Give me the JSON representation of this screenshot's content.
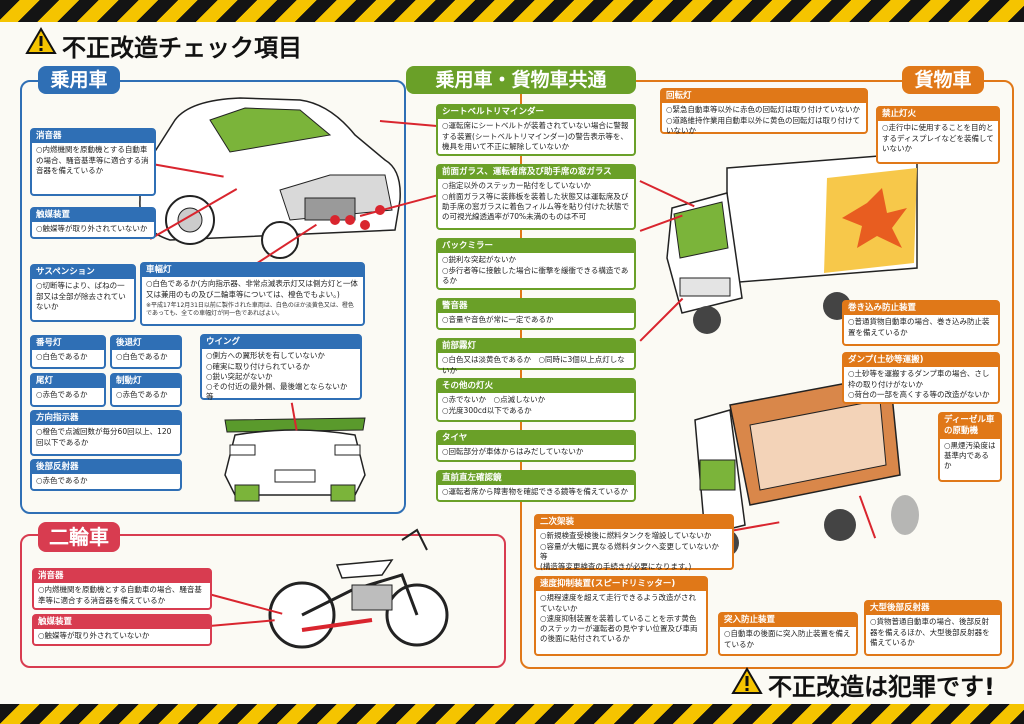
{
  "header": {
    "title": "不正改造チェック項目"
  },
  "footer": {
    "slogan": "不正改造は犯罪です!"
  },
  "sections": {
    "passenger": "乗用車",
    "common": "乗用車・貨物車共通",
    "truck": "貨物車",
    "motorcycle": "二輪車"
  },
  "passenger_items": {
    "muffler": {
      "title": "消音器",
      "text": "○内燃機関を原動機とする自動車の場合、騒音基準等に適合する消音器を備えているか"
    },
    "catalyst": {
      "title": "触媒装置",
      "text": "○触媒等が取り外されていないか"
    },
    "suspension": {
      "title": "サスペンション",
      "text": "○切断等により、ばねの一部又は全部が除去されていないか"
    },
    "width_lamp": {
      "title": "車幅灯",
      "text": "○白色であるか(方向指示器、非常点滅表示灯又は側方灯と一体又は兼用のもの及び二輪車等については、橙色でもよい。)",
      "note": "※平成17年12月31日以前に製作された車両は、白色のほか淡黄色又は、橙色であっても、全ての車幅灯が同一色であればよい。"
    },
    "plate_lamp": {
      "title": "番号灯",
      "text": "○白色であるか"
    },
    "backup_lamp": {
      "title": "後退灯",
      "text": "○白色であるか"
    },
    "tail_lamp": {
      "title": "尾灯",
      "text": "○赤色であるか"
    },
    "brake_lamp": {
      "title": "制動灯",
      "text": "○赤色であるか"
    },
    "turn_signal": {
      "title": "方向指示器",
      "text": "○橙色で点滅回数が毎分60回以上、120回以下であるか"
    },
    "rear_reflector": {
      "title": "後部反射器",
      "text": "○赤色であるか"
    },
    "wing": {
      "title": "ウイング",
      "text": "○側方への翼形状を有していないか\n○確実に取り付けられているか\n○鋭い突起がないか\n○その付近の最外側、最後端とならないか 等"
    }
  },
  "common_items": {
    "seatbelt": {
      "title": "シートベルトリマインダー",
      "text": "○運転席にシートベルトが装着されていない場合に警報する装置(シートベルトリマインダー)の警告表示等を、機具を用いて不正に解除していないか"
    },
    "glass": {
      "title": "前面ガラス、運転者席及び助手席の窓ガラス",
      "text": "○指定以外のステッカー貼付をしていないか\n○前面ガラス等に装飾板を装着した状態又は運転席及び助手席の窓ガラスに着色フィルム等を貼り付けた状態での可視光線透過率が70%未満のものは不可"
    },
    "mirror": {
      "title": "バックミラー",
      "text": "○鋭利な突起がないか\n○歩行者等に接触した場合に衝撃を緩衝できる構造であるか"
    },
    "horn": {
      "title": "警音器",
      "text": "○音量や音色が常に一定であるか"
    },
    "fog_lamp": {
      "title": "前部霧灯",
      "text": "○白色又は淡黄色であるか　○同時に3個以上点灯しないか"
    },
    "other_lamps": {
      "title": "その他の灯火",
      "text": "○赤でないか　○点滅しないか\n○光度300cd以下であるか"
    },
    "tire": {
      "title": "タイヤ",
      "text": "○回転部分が車体からはみだしていないか"
    },
    "mirror_front": {
      "title": "直前直左確認鏡",
      "text": "○運転者席から障害物を確認できる鏡等を備えているか"
    }
  },
  "truck_items": {
    "rotating_lamp": {
      "title": "回転灯",
      "text": "○緊急自動車等以外に赤色の回転灯は取り付けていないか\n○道路維持作業用自動車以外に黄色の回転灯は取り付けていないか"
    },
    "banned_lamp": {
      "title": "禁止灯火",
      "text": "○走行中に使用することを目的とするディスプレイなどを装備していないか"
    },
    "underrun": {
      "title": "巻き込み防止装置",
      "text": "○普通貨物自動車の場合、巻き込み防止装置を備えているか"
    },
    "dump": {
      "title": "ダンプ(土砂等運搬)",
      "text": "○土砂等を運搬するダンプ車の場合、さし枠の取り付けがないか\n○荷台の一部を高くする等の改造がないか"
    },
    "diesel": {
      "title": "ディーゼル車の原動機",
      "text": "○黒煙汚染度は基準内であるか"
    },
    "frame": {
      "title": "二次架装",
      "text": "○新規検査受検後に燃料タンクを増設していないか\n○容量が大幅に異なる燃料タンクへ変更していないか 等\n(構造等変更検査の手続きが必要になります。)"
    },
    "speed_limiter": {
      "title": "速度抑制装置(スピードリミッター)",
      "text": "○規程速度を超えて走行できるよう改造がされていないか\n○速度抑制装置を装着していることを示す黄色のステッカーが運転者の見やすい位置及び車両の後面に貼付されているか"
    },
    "rear_guard": {
      "title": "突入防止装置",
      "text": "○自動車の後面に突入防止装置を備えているか"
    },
    "large_reflector": {
      "title": "大型後部反射器",
      "text": "○貨物普通自動車の場合、後部反射器を備えるほか、大型後部反射器を備えているか"
    }
  },
  "motorcycle_items": {
    "muffler": {
      "title": "消音器",
      "text": "○内燃機関を原動機とする自動車の場合、騒音基準等に適合する消音器を備えているか"
    },
    "catalyst": {
      "title": "触媒装置",
      "text": "○触媒等が取り外されていないか"
    }
  },
  "colors": {
    "blue": "#2f6fb5",
    "green": "#6aa028",
    "orange": "#e07818",
    "red": "#d83c50",
    "leader": "#d9252e"
  }
}
